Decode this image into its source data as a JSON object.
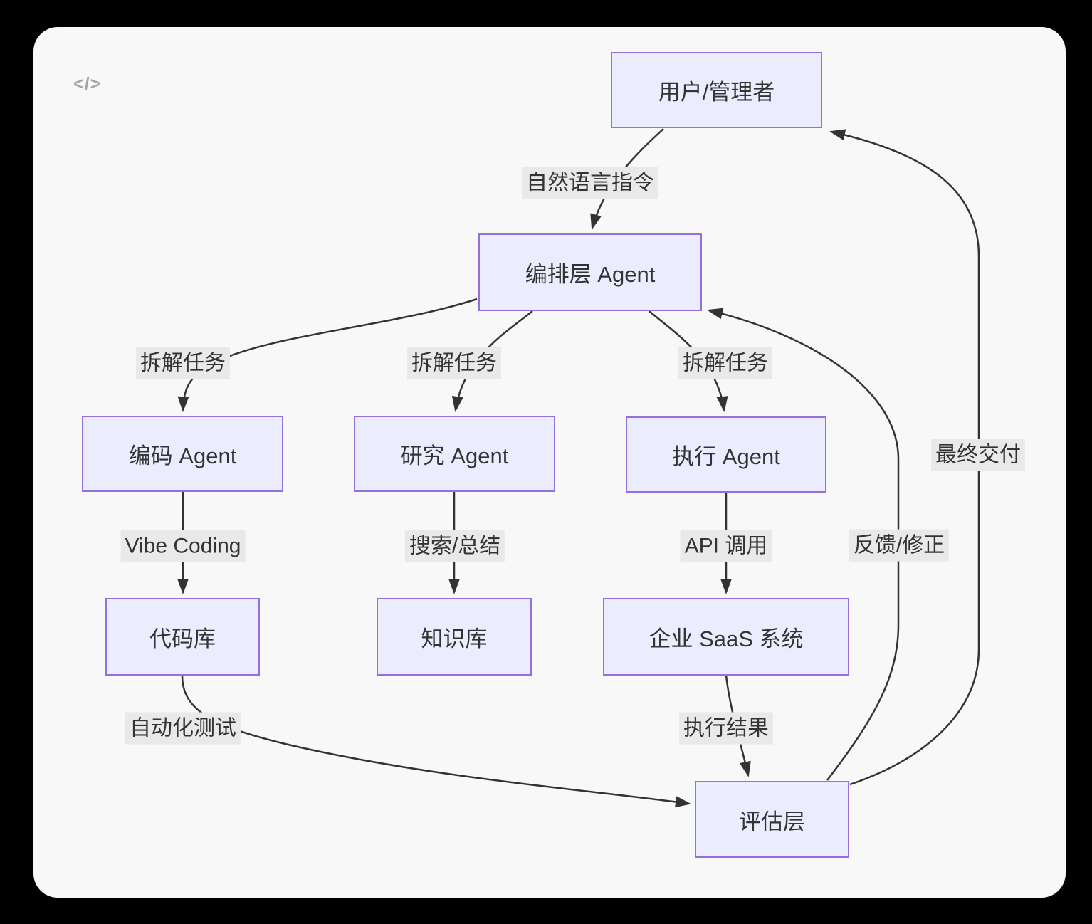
{
  "window": {
    "corner_icon": "</>",
    "canvas_color": "#F8F8F9",
    "outer_background": "#000000"
  },
  "colors": {
    "node_fill": "#ECECFF",
    "node_border": "#9370DB",
    "edge_line": "#333333",
    "edge_label_background": "#E9E9E9",
    "text": "#333333"
  },
  "diagram": {
    "type": "flowchart",
    "nodes": {
      "user": {
        "label": "用户/管理者"
      },
      "orchestrator": {
        "label": "编排层 Agent"
      },
      "coding": {
        "label": "编码 Agent"
      },
      "research": {
        "label": "研究 Agent"
      },
      "executor": {
        "label": "执行 Agent"
      },
      "codebase": {
        "label": "代码库"
      },
      "knowledge": {
        "label": "知识库"
      },
      "saas": {
        "label": "企业 SaaS 系统"
      },
      "evaluation": {
        "label": "评估层"
      }
    },
    "edges": [
      {
        "from": "user",
        "to": "orchestrator",
        "label": "自然语言指令"
      },
      {
        "from": "orchestrator",
        "to": "coding",
        "label": "拆解任务"
      },
      {
        "from": "orchestrator",
        "to": "research",
        "label": "拆解任务"
      },
      {
        "from": "orchestrator",
        "to": "executor",
        "label": "拆解任务"
      },
      {
        "from": "coding",
        "to": "codebase",
        "label": "Vibe Coding"
      },
      {
        "from": "research",
        "to": "knowledge",
        "label": "搜索/总结"
      },
      {
        "from": "executor",
        "to": "saas",
        "label": "API 调用"
      },
      {
        "from": "codebase",
        "to": "evaluation",
        "label": "自动化测试"
      },
      {
        "from": "saas",
        "to": "evaluation",
        "label": "执行结果"
      },
      {
        "from": "evaluation",
        "to": "orchestrator",
        "label": "反馈/修正"
      },
      {
        "from": "evaluation",
        "to": "user",
        "label": "最终交付"
      }
    ]
  }
}
